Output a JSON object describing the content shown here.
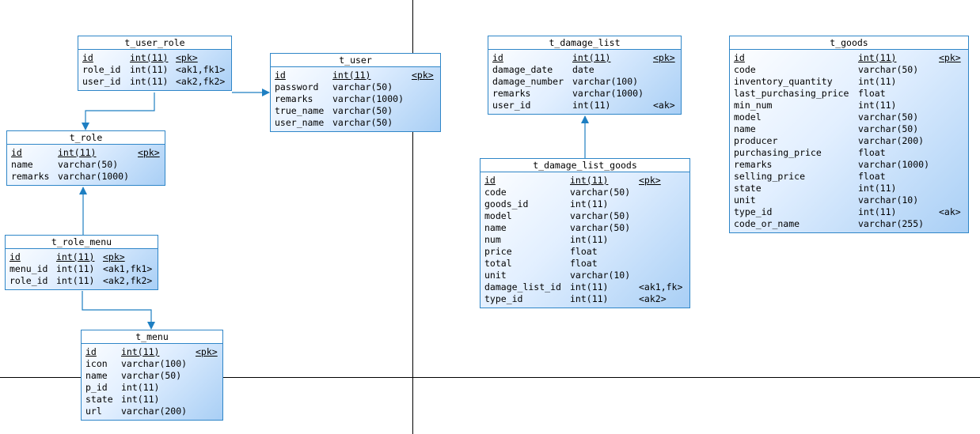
{
  "diagram": {
    "tables": [
      {
        "id": "t_user_role",
        "name": "t_user_role",
        "columns": [
          {
            "name": "id",
            "type": "int(11)",
            "key": "<pk>",
            "pk": true
          },
          {
            "name": "role_id",
            "type": "int(11)",
            "key": "<ak1,fk1>",
            "pk": false
          },
          {
            "name": "user_id",
            "type": "int(11)",
            "key": "<ak2,fk2>",
            "pk": false
          }
        ]
      },
      {
        "id": "t_user",
        "name": "t_user",
        "columns": [
          {
            "name": "id",
            "type": "int(11)",
            "key": "<pk>",
            "pk": true
          },
          {
            "name": "password",
            "type": "varchar(50)",
            "key": "",
            "pk": false
          },
          {
            "name": "remarks",
            "type": "varchar(1000)",
            "key": "",
            "pk": false
          },
          {
            "name": "true_name",
            "type": "varchar(50)",
            "key": "",
            "pk": false
          },
          {
            "name": "user_name",
            "type": "varchar(50)",
            "key": "",
            "pk": false
          }
        ]
      },
      {
        "id": "t_role",
        "name": "t_role",
        "columns": [
          {
            "name": "id",
            "type": "int(11)",
            "key": "<pk>",
            "pk": true
          },
          {
            "name": "name",
            "type": "varchar(50)",
            "key": "",
            "pk": false
          },
          {
            "name": "remarks",
            "type": "varchar(1000)",
            "key": "",
            "pk": false
          }
        ]
      },
      {
        "id": "t_role_menu",
        "name": "t_role_menu",
        "columns": [
          {
            "name": "id",
            "type": "int(11)",
            "key": "<pk>",
            "pk": true
          },
          {
            "name": "menu_id",
            "type": "int(11)",
            "key": "<ak1,fk1>",
            "pk": false
          },
          {
            "name": "role_id",
            "type": "int(11)",
            "key": "<ak2,fk2>",
            "pk": false
          }
        ]
      },
      {
        "id": "t_menu",
        "name": "t_menu",
        "columns": [
          {
            "name": "id",
            "type": "int(11)",
            "key": "<pk>",
            "pk": true
          },
          {
            "name": "icon",
            "type": "varchar(100)",
            "key": "",
            "pk": false
          },
          {
            "name": "name",
            "type": "varchar(50)",
            "key": "",
            "pk": false
          },
          {
            "name": "p_id",
            "type": "int(11)",
            "key": "",
            "pk": false
          },
          {
            "name": "state",
            "type": "int(11)",
            "key": "",
            "pk": false
          },
          {
            "name": "url",
            "type": "varchar(200)",
            "key": "",
            "pk": false
          }
        ]
      },
      {
        "id": "t_damage_list",
        "name": "t_damage_list",
        "columns": [
          {
            "name": "id",
            "type": "int(11)",
            "key": "<pk>",
            "pk": true
          },
          {
            "name": "damage_date",
            "type": "date",
            "key": "",
            "pk": false
          },
          {
            "name": "damage_number",
            "type": "varchar(100)",
            "key": "",
            "pk": false
          },
          {
            "name": "remarks",
            "type": "varchar(1000)",
            "key": "",
            "pk": false
          },
          {
            "name": "user_id",
            "type": "int(11)",
            "key": "<ak>",
            "pk": false
          }
        ]
      },
      {
        "id": "t_damage_list_goods",
        "name": "t_damage_list_goods",
        "columns": [
          {
            "name": "id",
            "type": "int(11)",
            "key": "<pk>",
            "pk": true
          },
          {
            "name": "code",
            "type": "varchar(50)",
            "key": "",
            "pk": false
          },
          {
            "name": "goods_id",
            "type": "int(11)",
            "key": "",
            "pk": false
          },
          {
            "name": "model",
            "type": "varchar(50)",
            "key": "",
            "pk": false
          },
          {
            "name": "name",
            "type": "varchar(50)",
            "key": "",
            "pk": false
          },
          {
            "name": "num",
            "type": "int(11)",
            "key": "",
            "pk": false
          },
          {
            "name": "price",
            "type": "float",
            "key": "",
            "pk": false
          },
          {
            "name": "total",
            "type": "float",
            "key": "",
            "pk": false
          },
          {
            "name": "unit",
            "type": "varchar(10)",
            "key": "",
            "pk": false
          },
          {
            "name": "damage_list_id",
            "type": "int(11)",
            "key": "<ak1,fk>",
            "pk": false
          },
          {
            "name": "type_id",
            "type": "int(11)",
            "key": "<ak2>",
            "pk": false
          }
        ]
      },
      {
        "id": "t_goods",
        "name": "t_goods",
        "columns": [
          {
            "name": "id",
            "type": "int(11)",
            "key": "<pk>",
            "pk": true
          },
          {
            "name": "code",
            "type": "varchar(50)",
            "key": "",
            "pk": false
          },
          {
            "name": "inventory_quantity",
            "type": "int(11)",
            "key": "",
            "pk": false
          },
          {
            "name": "last_purchasing_price",
            "type": "float",
            "key": "",
            "pk": false
          },
          {
            "name": "min_num",
            "type": "int(11)",
            "key": "",
            "pk": false
          },
          {
            "name": "model",
            "type": "varchar(50)",
            "key": "",
            "pk": false
          },
          {
            "name": "name",
            "type": "varchar(50)",
            "key": "",
            "pk": false
          },
          {
            "name": "producer",
            "type": "varchar(200)",
            "key": "",
            "pk": false
          },
          {
            "name": "purchasing_price",
            "type": "float",
            "key": "",
            "pk": false
          },
          {
            "name": "remarks",
            "type": "varchar(1000)",
            "key": "",
            "pk": false
          },
          {
            "name": "selling_price",
            "type": "float",
            "key": "",
            "pk": false
          },
          {
            "name": "state",
            "type": "int(11)",
            "key": "",
            "pk": false
          },
          {
            "name": "unit",
            "type": "varchar(10)",
            "key": "",
            "pk": false
          },
          {
            "name": "type_id",
            "type": "int(11)",
            "key": "<ak>",
            "pk": false
          },
          {
            "name": "code_or_name",
            "type": "varchar(255)",
            "key": "",
            "pk": false
          }
        ]
      }
    ],
    "references": [
      {
        "from": "t_user_role",
        "to": "t_user"
      },
      {
        "from": "t_user_role",
        "to": "t_role"
      },
      {
        "from": "t_role_menu",
        "to": "t_role"
      },
      {
        "from": "t_role_menu",
        "to": "t_menu"
      },
      {
        "from": "t_damage_list_goods",
        "to": "t_damage_list"
      }
    ],
    "colors": {
      "table_border": "#2f86c8",
      "link_line": "#1e7fc2",
      "page_divider": "#000000"
    }
  }
}
